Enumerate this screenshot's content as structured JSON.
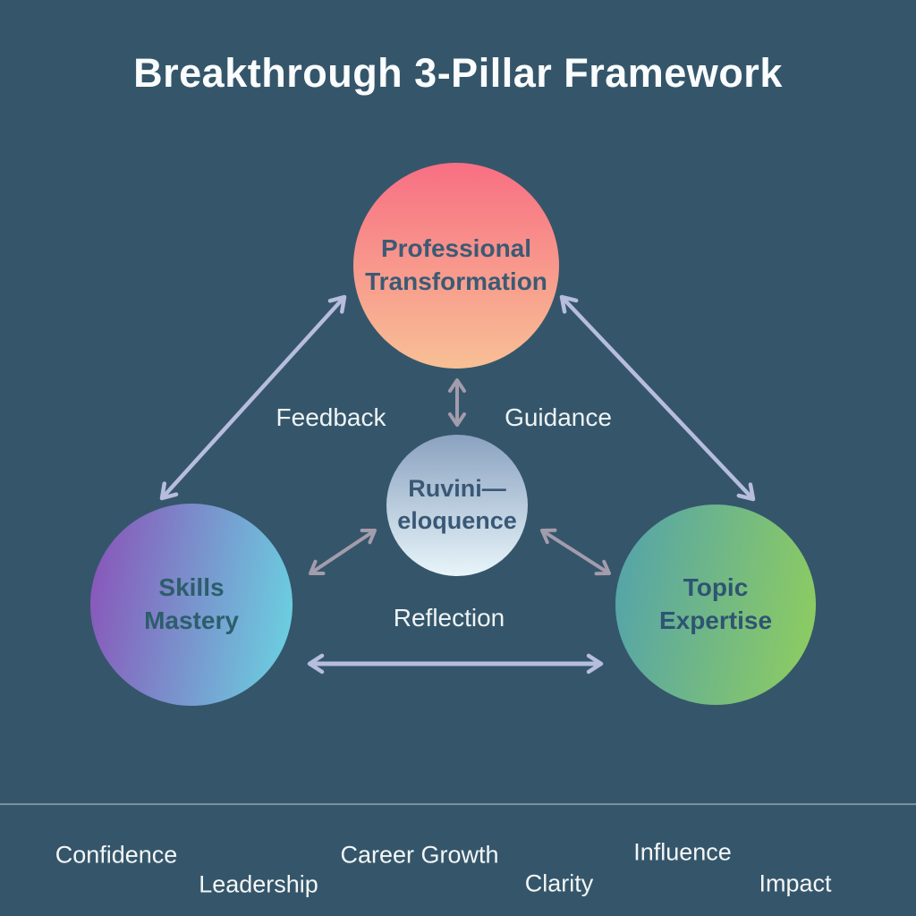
{
  "title": "Breakthrough 3-Pillar Framework",
  "diagram": {
    "nodes": {
      "top": {
        "line1": "Professional",
        "line2": "Transformation",
        "gradient_from": "#f86f83",
        "gradient_to": "#f8c095",
        "text_color": "#3c5a74"
      },
      "left": {
        "line1": "Skills",
        "line2": "Mastery",
        "gradient_from": "#8a50b8",
        "gradient_to": "#69d6e2",
        "text_color": "#2c5e6b"
      },
      "right": {
        "line1": "Topic",
        "line2": "Expertise",
        "gradient_from": "#52a2ad",
        "gradient_to": "#90ce5d",
        "text_color": "#2f5472"
      },
      "center": {
        "line1": "Ruvini—",
        "line2": "eloquence",
        "gradient_from": "#8aa2c0",
        "gradient_to": "#e8f5fa",
        "text_color": "#3a5876"
      }
    },
    "edge_labels": {
      "left_diagonal": "Feedback",
      "right_diagonal": "Guidance",
      "bottom": "Reflection"
    },
    "edges": [
      {
        "from": "skills-mastery",
        "to": "professional-transformation",
        "type": "double-arrow",
        "label": "Feedback"
      },
      {
        "from": "professional-transformation",
        "to": "topic-expertise",
        "type": "double-arrow",
        "label": "Guidance"
      },
      {
        "from": "skills-mastery",
        "to": "topic-expertise",
        "type": "double-arrow",
        "label": "Reflection"
      },
      {
        "from": "ruvini-eloquence",
        "to": "professional-transformation",
        "type": "double-arrow"
      },
      {
        "from": "ruvini-eloquence",
        "to": "skills-mastery",
        "type": "double-arrow"
      },
      {
        "from": "ruvini-eloquence",
        "to": "topic-expertise",
        "type": "double-arrow"
      }
    ]
  },
  "footer": {
    "keywords": [
      "Confidence",
      "Leadership",
      "Career Growth",
      "Clarity",
      "Influence",
      "Impact"
    ]
  },
  "colors": {
    "background": "#35566a",
    "title_text": "#fafcfd",
    "label_text": "#eef3f5",
    "arrow_primary": "#b7bddc",
    "arrow_secondary": "#a39cac",
    "divider": "rgba(255,255,255,0.35)"
  }
}
